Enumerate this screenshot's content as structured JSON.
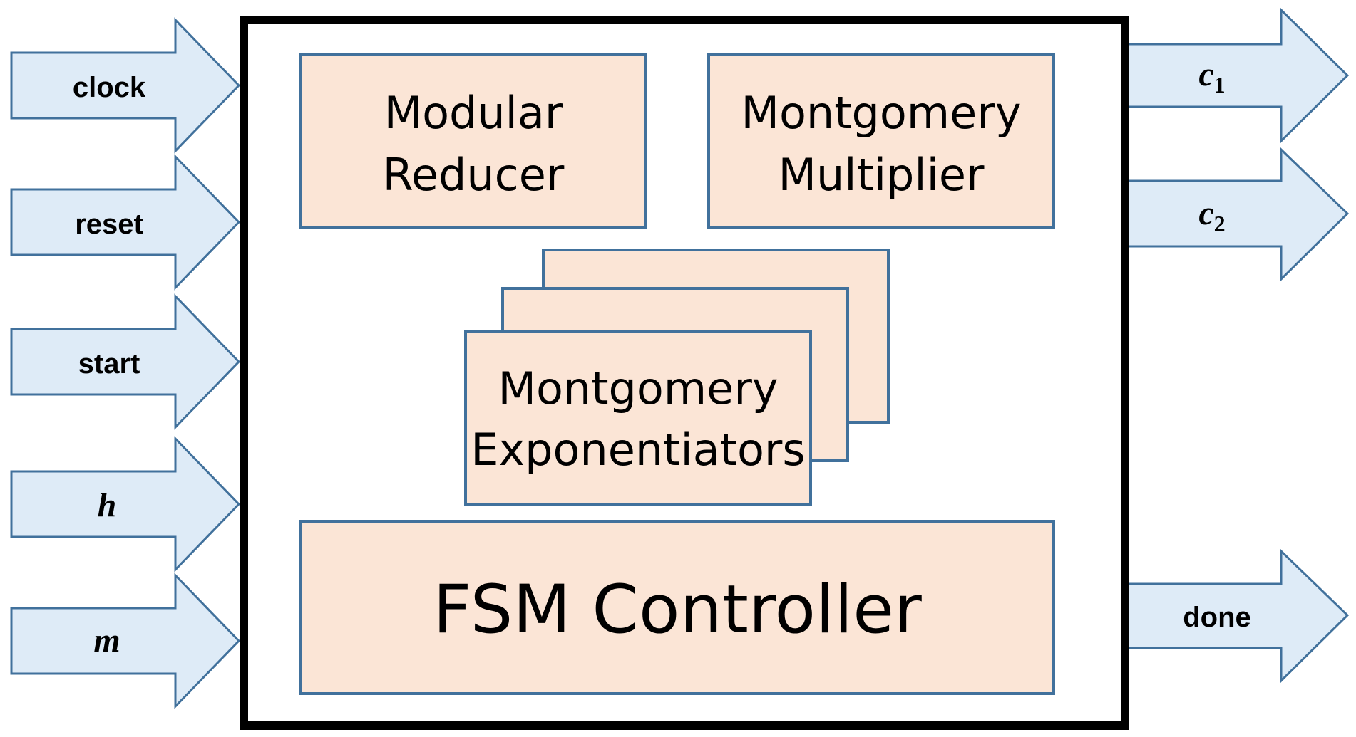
{
  "inputs": {
    "clock": "clock",
    "reset": "reset",
    "start": "start",
    "h": "h",
    "m": "m"
  },
  "outputs": {
    "c1_base": "c",
    "c1_sub": "1",
    "c2_base": "c",
    "c2_sub": "2",
    "done": "done"
  },
  "blocks": {
    "modular_reducer": {
      "line1": "Modular",
      "line2": "Reducer"
    },
    "montgomery_multiplier": {
      "line1": "Montgomery",
      "line2": "Multiplier"
    },
    "montgomery_exponentiators": {
      "line1": "Montgomery",
      "line2": "Exponentiators"
    },
    "fsm_controller": "FSM Controller"
  },
  "colors": {
    "arrow_fill": "#deebf7",
    "arrow_stroke": "#41719c",
    "block_fill": "#fbe5d6",
    "block_stroke": "#41719c",
    "frame_stroke": "#000000"
  }
}
